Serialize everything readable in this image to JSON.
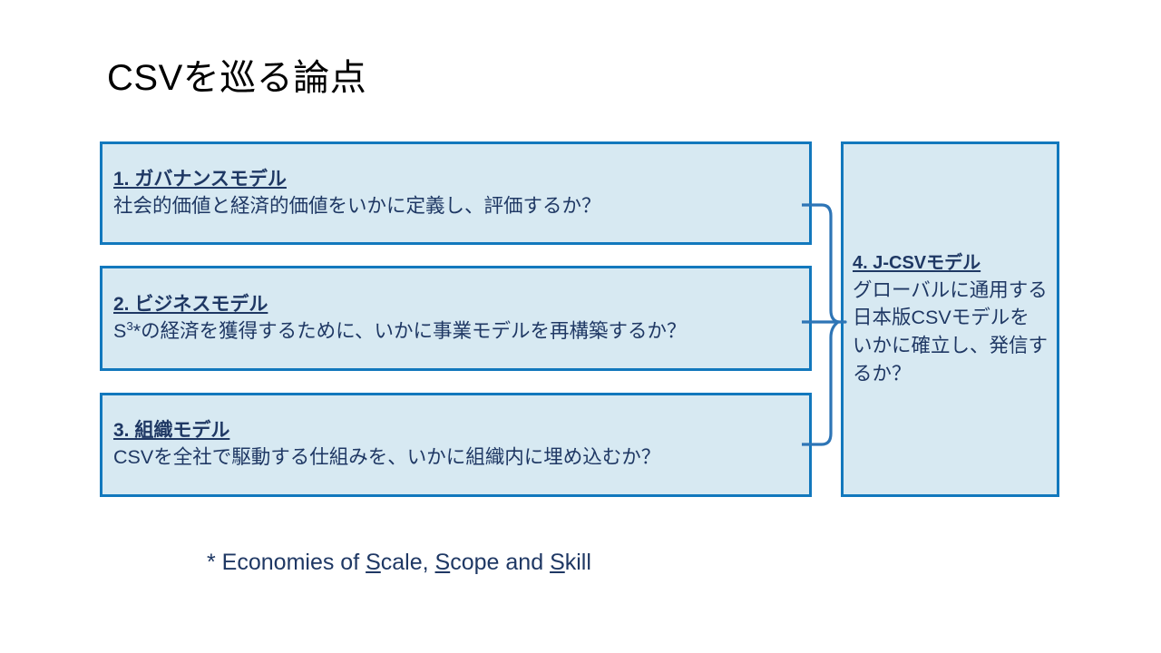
{
  "slide": {
    "title": "CSVを巡る論点",
    "colors": {
      "box_fill": "#d7e9f2",
      "box_border": "#1278bd",
      "text": "#1f3864",
      "title_text": "#000000",
      "connector": "#2e75b6"
    }
  },
  "boxes": [
    {
      "id": "governance-model",
      "heading": "1. ガバナンスモデル",
      "body": "社会的価値と経済的価値をいかに定義し、評価するか？"
    },
    {
      "id": "business-model",
      "heading": "2. ビジネスモデル",
      "body_prefix": "S",
      "body_sup": "3",
      "body_suffix": "*の経済を獲得するために、いかに事業モデルを再構築するか？"
    },
    {
      "id": "organization-model",
      "heading": "3. 組織モデル",
      "body": "CSVを全社で駆動する仕組みを、いかに組織内に埋め込むか？"
    },
    {
      "id": "j-csv-model",
      "heading": "4. J-CSVモデル",
      "body": "グローバルに通用する日本版CSVモデルをいかに確立し、発信するか？"
    }
  ],
  "footnote": {
    "marker": "*",
    "seg1": " Economies of ",
    "u1": "S",
    "seg2": "cale, ",
    "u2": "S",
    "seg3": "cope and ",
    "u3": "S",
    "seg4": "kill"
  }
}
